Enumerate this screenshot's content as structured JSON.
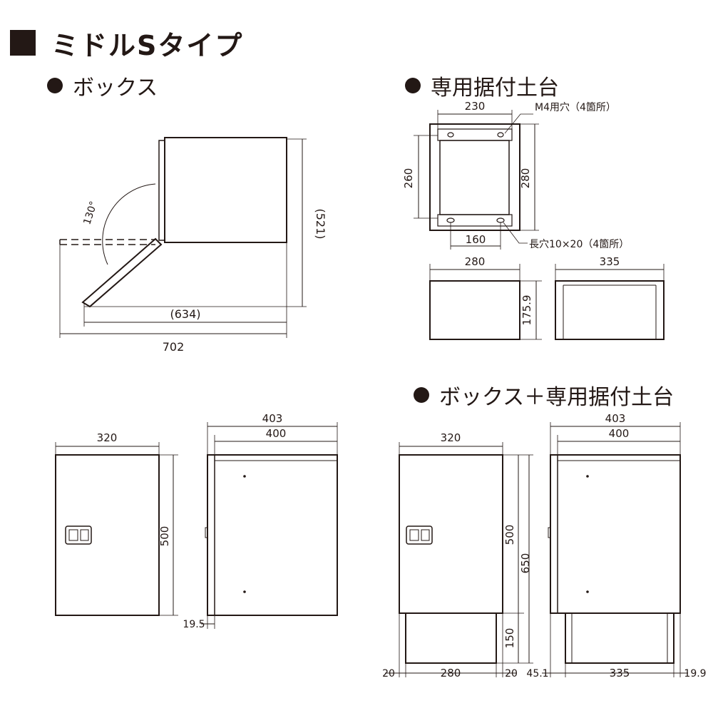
{
  "title": "ミドルSタイプ",
  "sections": {
    "box": "ボックス",
    "stand": "専用据付土台",
    "combo": "ボックス＋専用据付土台"
  },
  "dimensions": {
    "open_angle": "130°",
    "open_height": "(521)",
    "open_depth_inner": "(634)",
    "open_depth": "702",
    "stand_hole_pitch": "230",
    "stand_hole_note": "M4用穴（4箇所）",
    "stand_depth_inner": "260",
    "stand_depth": "280",
    "stand_slot_pitch": "160",
    "stand_slot_note": "長穴10×20（4箇所）",
    "stand_front_width": "280",
    "stand_height": "175.9",
    "stand_side_width": "335",
    "box_width": "320",
    "box_height": "500",
    "box_depth_total": "403",
    "box_depth": "400",
    "box_back_offset": "19.5",
    "combo_width": "320",
    "combo_box_height": "500",
    "combo_total_height": "650",
    "combo_stand_height": "150",
    "combo_side_margin_left": "20",
    "combo_stand_width": "280",
    "combo_side_margin_right": "20",
    "combo_depth_total": "403",
    "combo_depth": "400",
    "combo_front_offset": "45.1",
    "combo_stand_depth": "335",
    "combo_back_offset": "19.9"
  }
}
